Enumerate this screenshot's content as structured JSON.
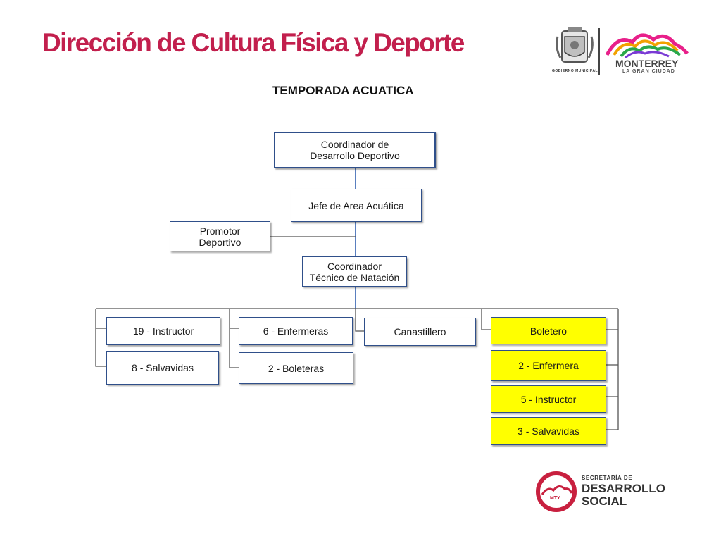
{
  "header": {
    "title": "Dirección de Cultura Física y Deporte",
    "subtitle": "TEMPORADA ACUATICA"
  },
  "org": {
    "coordinador_desarrollo": "Coordinador  de\nDesarrollo Deportivo",
    "jefe_area": "Jefe de Area Acuática",
    "promotor": "Promotor\nDeportivo",
    "coordinador_tecnico": "Coordinador\nTécnico de Natación",
    "instructor": "19 - Instructor",
    "salvavidas": "8 - Salvavidas",
    "enfermeras": "6 - Enfermeras",
    "boleteras": "2 - Boleteras",
    "canastillero": "Canastillero",
    "boletero": "Boletero",
    "enfermera": "2 - Enfermera",
    "instructor2": "5 - Instructor",
    "salvavidas2": "3 - Salvavidas"
  },
  "logos": {
    "municipio_caption": "GOBIERNO MUNICIPAL",
    "monterrey_name": "MONTERREY",
    "monterrey_tagline": "LA GRAN CIUDAD",
    "secretaria_line1": "SECRETARÍA DE",
    "secretaria_line2": "DESARROLLO",
    "secretaria_line3": "SOCIAL",
    "mty_badge": "MTY"
  },
  "colors": {
    "title": "#c21f4d",
    "box_border": "#2f4f8a",
    "highlight": "#ffff00",
    "logo_red": "#c8203f"
  }
}
